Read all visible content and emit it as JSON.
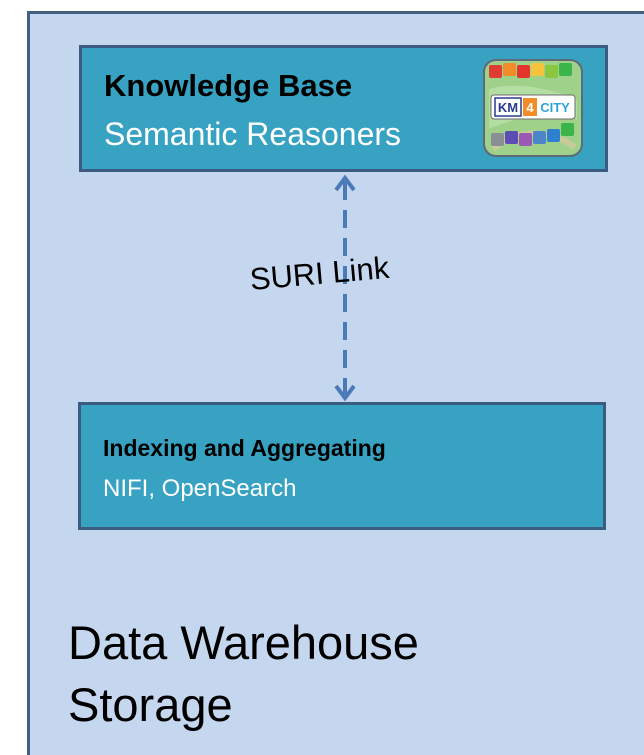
{
  "warehouse": {
    "label_line1": "Data Warehouse",
    "label_line2": "Storage"
  },
  "knowledge_base": {
    "title": "Knowledge Base",
    "subtitle": "Semantic Reasoners",
    "logo": {
      "text_km": "KM",
      "text_4": "4",
      "text_city": "CITY"
    }
  },
  "indexing": {
    "title": "Indexing and Aggregating",
    "subtitle": "NIFI, OpenSearch"
  },
  "link": {
    "label": "SURI Link"
  },
  "colors": {
    "warehouse_fill": "#c5d7ee",
    "box_fill": "#37a2c1",
    "arrow": "#4a7ab8"
  }
}
